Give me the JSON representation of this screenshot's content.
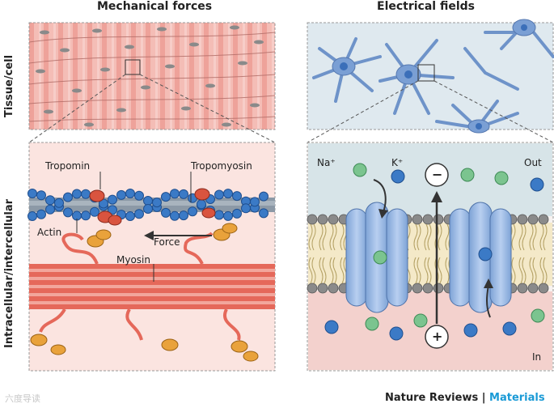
{
  "columns": {
    "left": "Mechanical forces",
    "right": "Electrical fields"
  },
  "rows": {
    "top": "Tissue/cell",
    "bottom": "Intracellular/intercellular"
  },
  "labels": {
    "tropomin": "Tropomin",
    "tropomyosin": "Tropomyosin",
    "actin": "Actin",
    "force": "Force",
    "myosin": "Myosin",
    "na": "Na⁺",
    "k": "K⁺",
    "out": "Out",
    "in": "In",
    "minus": "−",
    "plus": "+"
  },
  "footer": {
    "journal": "Nature Reviews",
    "separator": "|",
    "section": "Materials"
  },
  "watermark": "六度导读",
  "colors": {
    "muscle": "#f2b3ad",
    "muscle_stripe": "#e89a93",
    "nucleus": "#8a8a8a",
    "neuron_bg": "#dfe9ef",
    "neuron": "#6e93c9",
    "actin": "#3b7ac6",
    "troponin": "#d9543f",
    "myosin_head": "#e9a23b",
    "myosin_fibre": "#e5685a",
    "channel": "#8fb1de",
    "na_ion": "#7bc48f",
    "k_ion": "#3b7ac6",
    "accent": "#1a9ad6"
  }
}
